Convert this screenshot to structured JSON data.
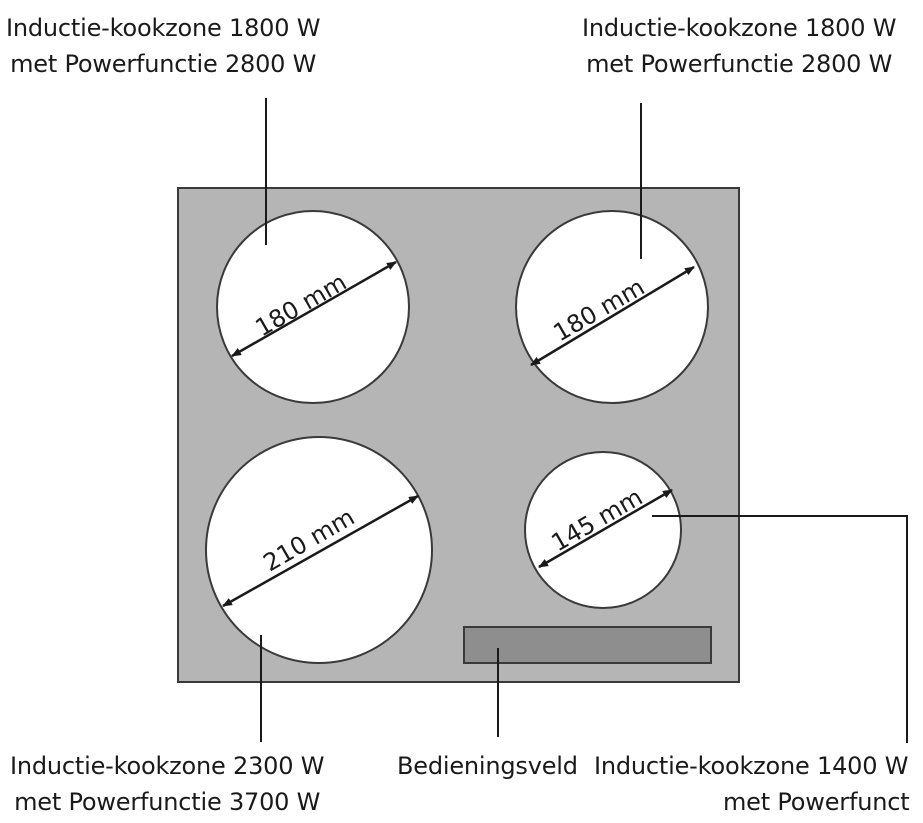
{
  "colors": {
    "hob": "#b5b5b5",
    "hob_border": "#3a3a3a",
    "zone": "#ffffff",
    "control_panel": "#8e8e8e",
    "line": "#1a1a1a"
  },
  "labels": {
    "top_left": {
      "line1": "Inductie-kookzone 1800 W",
      "line2": "met Powerfunctie 2800 W"
    },
    "top_right": {
      "line1": "Inductie-kookzone 1800 W",
      "line2": "met Powerfunctie 2800 W"
    },
    "bottom_left": {
      "line1": "Inductie-kookzone 2300 W",
      "line2": "met Powerfunctie 3700 W"
    },
    "control_panel": {
      "line1": "Bedieningsveld"
    },
    "bottom_right": {
      "line1": "Inductie-kookzone 1400 W",
      "line2": "met Powerfunct"
    }
  },
  "zones": {
    "top_left": {
      "diameter": "180 mm"
    },
    "top_right": {
      "diameter": "180 mm"
    },
    "bottom_left": {
      "diameter": "210 mm"
    },
    "bottom_right": {
      "diameter": "145 mm"
    }
  }
}
